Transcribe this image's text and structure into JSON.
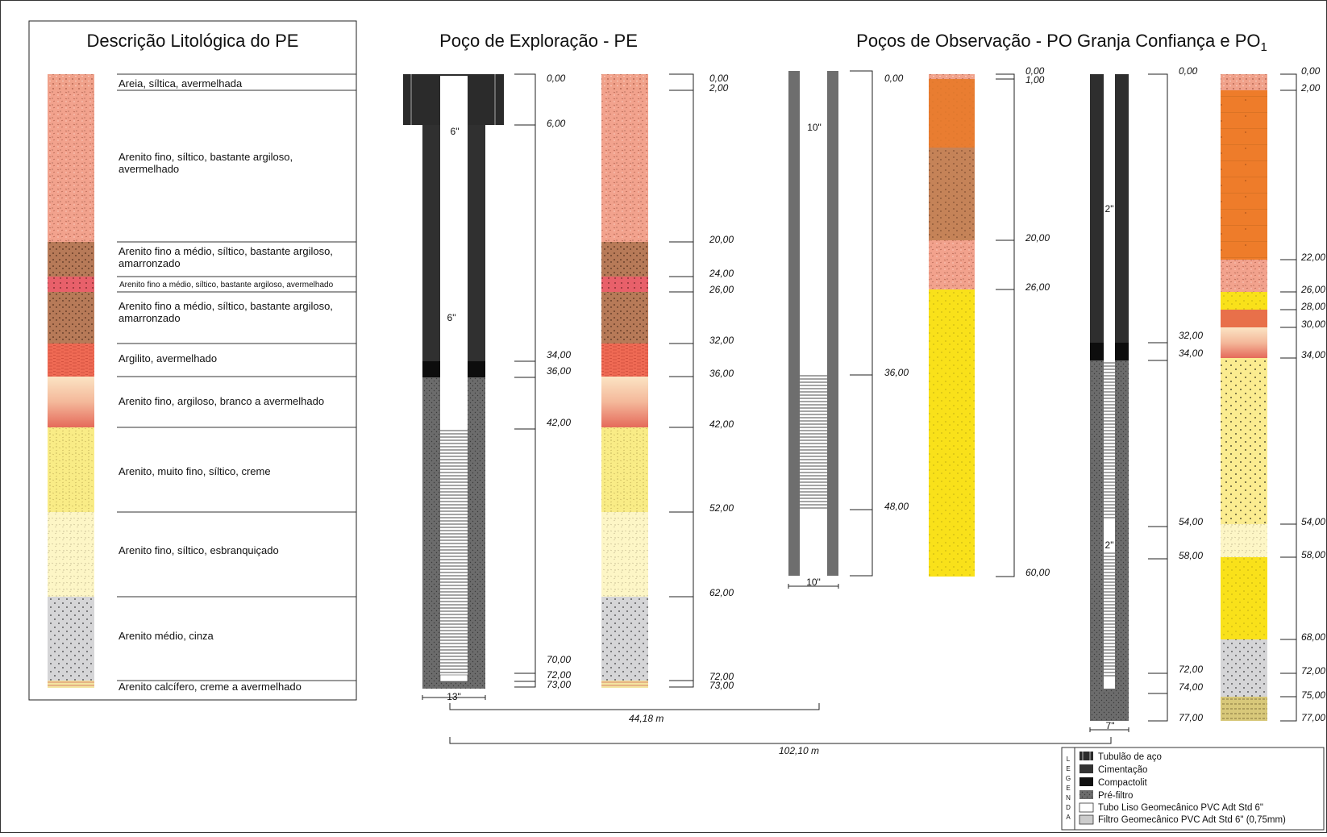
{
  "titles": {
    "litho": "Descrição Litológica do PE",
    "pe": "Poço de Exploração - PE",
    "po": "Poços de Observação - PO Granja Confiança e PO",
    "po_sub": "1"
  },
  "lithology": [
    {
      "label": "Areia, síltica, avermelhada",
      "pattern": "pat-sand"
    },
    {
      "label": "Arenito fino, síltico, bastante argiloso, avermelhado",
      "pattern": "pat-pinkfine"
    },
    {
      "label": "Arenito fino a médio, síltico, bastante argiloso, amarronzado",
      "pattern": "pat-brown"
    },
    {
      "label": "Arenito fino a médio, síltico, bastante argiloso, avermelhado",
      "pattern": "pat-redbrick"
    },
    {
      "label": "Arenito fino a médio, síltico, bastante argiloso, amarronzado",
      "pattern": "pat-brown"
    },
    {
      "label": "Argilito, avermelhado",
      "pattern": "pat-clay"
    },
    {
      "label": "Arenito fino, argiloso, branco a avermelhado",
      "pattern": "grad-whitered"
    },
    {
      "label": "Arenito, muito fino, síltico, creme",
      "pattern": "pat-yellow"
    },
    {
      "label": "Arenito fino, síltico, esbranquiçado",
      "pattern": "pat-cream"
    },
    {
      "label": "Arenito médio, cinza",
      "pattern": "pat-grey"
    },
    {
      "label": "Arenito calcífero, creme a avermelhado",
      "pattern": "pat-calc"
    }
  ],
  "pe_well": {
    "casing_depths": [
      "0,00",
      "6,00",
      "34,00",
      "36,00",
      "42,00",
      "70,00",
      "72,00",
      "73,00"
    ],
    "diameter_labels": [
      "6\"",
      "6\""
    ],
    "bottom_diameter": "13\"",
    "log_depths": [
      "0,00",
      "2,00",
      "20,00",
      "24,00",
      "26,00",
      "32,00",
      "36,00",
      "42,00",
      "52,00",
      "62,00",
      "72,00",
      "73,00"
    ]
  },
  "po_granja": {
    "casing_depths": [
      "0,00",
      "36,00",
      "48,00"
    ],
    "diameter_labels": [
      "10\""
    ],
    "bottom_diameter": "10\"",
    "log_depths": [
      "0,00",
      "1,00",
      "20,00",
      "26,00",
      "60,00"
    ]
  },
  "po1": {
    "casing_depths": [
      "0,00",
      "32,00",
      "34,00",
      "54,00",
      "58,00",
      "72,00",
      "74,00",
      "77,00"
    ],
    "diameter_labels": [
      "2\"",
      "2\""
    ],
    "bottom_diameter": "7\"",
    "log_depths": [
      "0,00",
      "2,00",
      "22,00",
      "26,00",
      "28,00",
      "30,00",
      "34,00",
      "54,00",
      "58,00",
      "68,00",
      "72,00",
      "75,00",
      "77,00"
    ]
  },
  "distances": [
    "44,18 m",
    "102,10 m"
  ],
  "legend": {
    "title_letters": [
      "L",
      "E",
      "G",
      "E",
      "N",
      "D",
      "A"
    ],
    "items": [
      {
        "label": "Tubulão de aço",
        "color": "#2b2b2b"
      },
      {
        "label": "Cimentação",
        "color": "#333333"
      },
      {
        "label": "Compactolit",
        "color": "#111111"
      },
      {
        "label": "Pré-filtro",
        "color": "#6b6b6b"
      },
      {
        "label": "Tubo Liso Geomecânico PVC Adt Std 6\"",
        "color": "#ffffff"
      },
      {
        "label": "Filtro Geomecânico PVC Adt Std 6\" (0,75mm)",
        "color": "#cccccc"
      }
    ]
  }
}
